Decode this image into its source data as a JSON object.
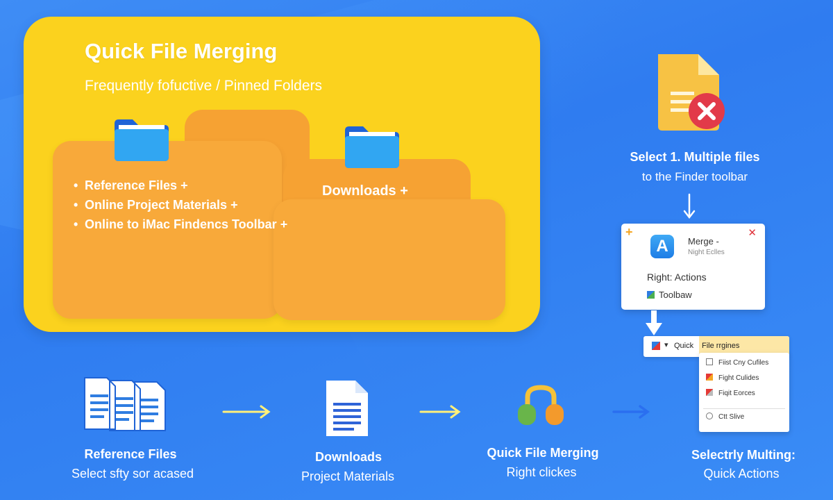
{
  "colors": {
    "background": "#3a8af4",
    "panel": "#fbd21e",
    "folder": "#f7a534",
    "folder_icon": "#2f9ef0",
    "arrow_yellow": "#fff07a",
    "arrow_blue": "#2a6ff0",
    "close_red": "#e0353d"
  },
  "panel": {
    "title": "Quick File Merging",
    "subtitle": "Frequently fofuctive / Pinned Folders",
    "bullets": [
      "Reference Files +",
      "Online Project Materials +",
      "Online to iMac Findencs Toolbar +"
    ],
    "downloads_label": "Downloads +"
  },
  "right": {
    "doc_icon": "document-with-x-icon",
    "select_title": "Select 1. Multiple files",
    "select_subtitle": "to the Finder toolbar",
    "popup": {
      "plus": "+",
      "close": "✕",
      "app_letter": "A",
      "merge_label": "Merge -",
      "merge_sub": "Night Eclles",
      "actions_label": "Right: Actions",
      "toolbar_label": "Toolbaw"
    },
    "quick_bar": {
      "label": "Quick",
      "highlight": "File rrgines"
    },
    "dropdown": [
      "Fiist Cny Cufiles",
      "Fight Culides",
      "Fiqit Eorces",
      "Ctt Slive"
    ]
  },
  "flow": [
    {
      "icon": "multiple-files-icon",
      "title": "Reference Files",
      "subtitle": "Select sfty sor acased"
    },
    {
      "icon": "document-icon",
      "title": "Downloads",
      "subtitle": "Project Materials"
    },
    {
      "icon": "merge-pills-icon",
      "title": "Quick File Merging",
      "subtitle": "Right clickes"
    },
    {
      "icon": "quick-actions-icon",
      "title": "Selectrly Multing:",
      "subtitle": "Quick Actions"
    }
  ]
}
